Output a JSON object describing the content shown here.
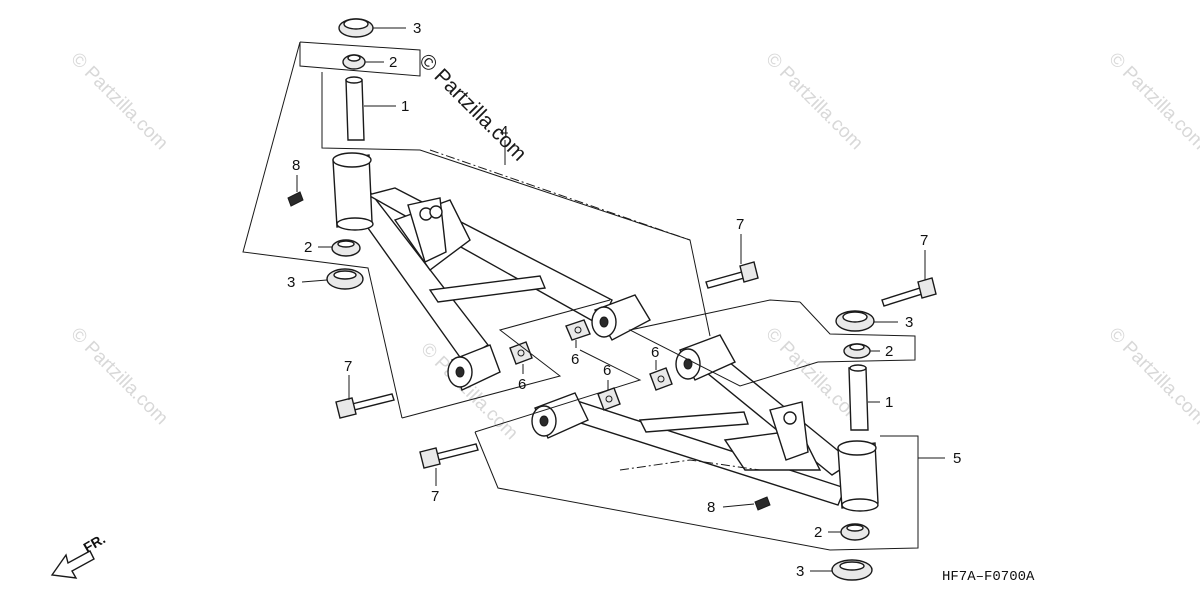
{
  "watermark": {
    "faint_text": "© Partzilla.com",
    "main_text": "© Partzilla.com"
  },
  "callouts": {
    "c1_top": "1",
    "c1_right": "1",
    "c2_top": "2",
    "c2_upper_left": "2",
    "c2_right": "2",
    "c2_bottom": "2",
    "c3_top": "3",
    "c3_upper_left": "3",
    "c3_right": "3",
    "c3_bottom": "3",
    "c4": "4",
    "c5": "5",
    "c6_a": "6",
    "c6_b": "6",
    "c6_c": "6",
    "c6_d": "6",
    "c7_a": "7",
    "c7_b": "7",
    "c7_c": "7",
    "c7_d": "7",
    "c8_upper": "8",
    "c8_lower": "8"
  },
  "direction_label": "FR.",
  "diagram_code": "HF7A–F0700A"
}
